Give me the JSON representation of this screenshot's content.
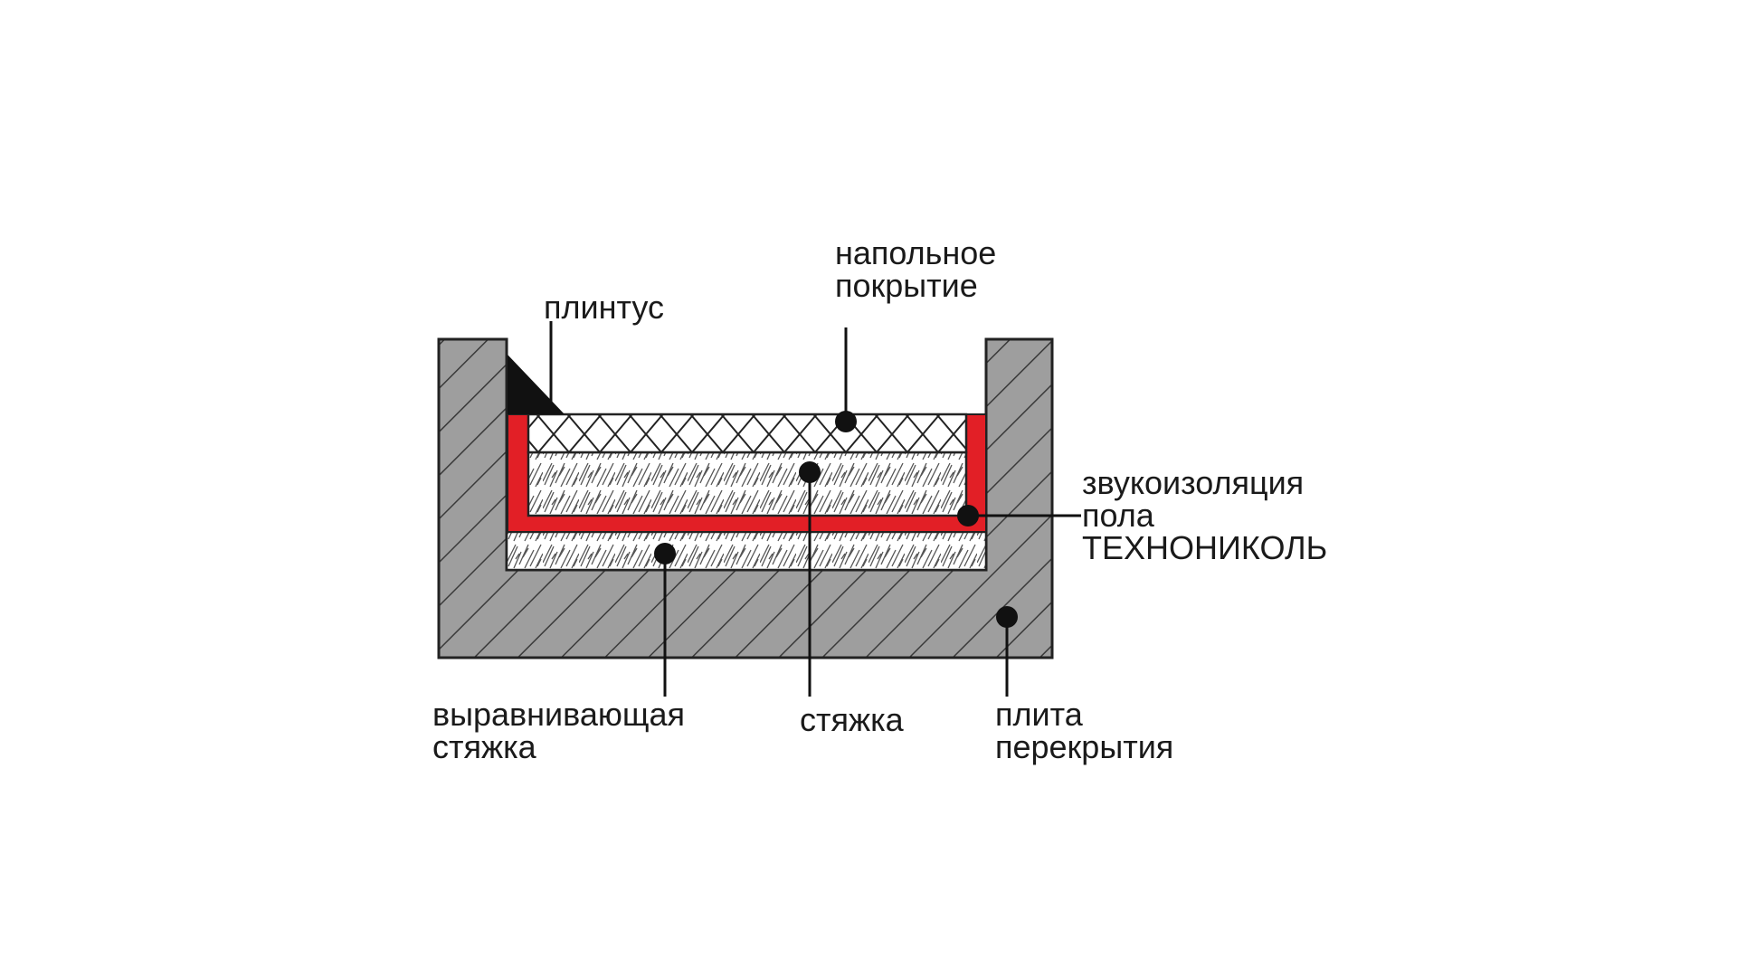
{
  "colors": {
    "slab": "#9e9e9e",
    "slab_hatch": "#3a3a3a",
    "outline": "#222222",
    "insulation": "#e21f26",
    "screed_bg": "#ffffff",
    "screed_fiber": "#555555",
    "marker": "#111111",
    "text": "#1a1a1a"
  },
  "labels": {
    "floor_covering": {
      "line1": "напольное",
      "line2": "покрытие"
    },
    "skirting": {
      "line1": "плинтус"
    },
    "insulation": {
      "line1": "звукоизоляция",
      "line2": "пола",
      "line3": "ТЕХНОНИКОЛЬ"
    },
    "leveling_screed": {
      "line1": "выравнивающая",
      "line2": "стяжка"
    },
    "screed": {
      "line1": "стяжка"
    },
    "slab": {
      "line1": "плита",
      "line2": "перекрытия"
    }
  }
}
